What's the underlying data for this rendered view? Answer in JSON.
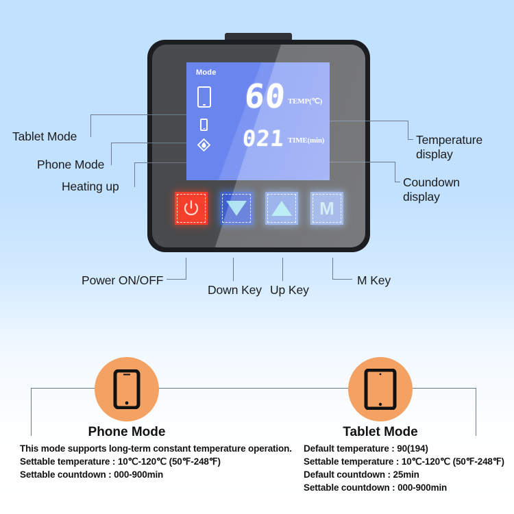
{
  "device": {
    "lcd": {
      "mode_label": "Mode",
      "temperature_value": "60",
      "temperature_unit": "TEMP(℃)",
      "countdown_value": "021",
      "countdown_unit": "TIME(min)",
      "icons": {
        "tablet": "tablet-mode-icon",
        "phone": "phone-mode-icon",
        "heating": "heating-up-icon"
      }
    },
    "buttons": {
      "power": "power-icon",
      "down": "down-arrow-icon",
      "up": "up-arrow-icon",
      "m": "M"
    }
  },
  "callouts": {
    "tablet_mode": "Tablet Mode",
    "phone_mode": "Phone Mode",
    "heating_up": "Heating up",
    "temperature_display": "Temperature\ndisplay",
    "countdown_display": "Coundown\ndisplay",
    "power_on_off": "Power ON/OFF",
    "down_key": "Down Key",
    "up_key": "Up Key",
    "m_key": "M Key"
  },
  "modes": {
    "phone": {
      "title": "Phone Mode",
      "icon": "phone-icon",
      "description": "This mode supports long-term constant temperature operation.\nSettable temperature : 10℃-120℃ (50℉-248℉)\nSettable countdown : 000-900min"
    },
    "tablet": {
      "title": "Tablet Mode",
      "icon": "tablet-icon",
      "description": "Default temperature : 90(194)\nSettable temperature : 10℃-120℃ (50℉-248℉)\nDefault countdown : 25min\nSettable countdown : 000-900min"
    }
  },
  "colors": {
    "background_top": "#c2e1fe",
    "background_bottom": "#ffffff",
    "accent_orange": "#f3a263",
    "lcd_blue": "#6c86ef",
    "power_red": "#f43f2c",
    "leader_line": "#6b7a8c"
  }
}
